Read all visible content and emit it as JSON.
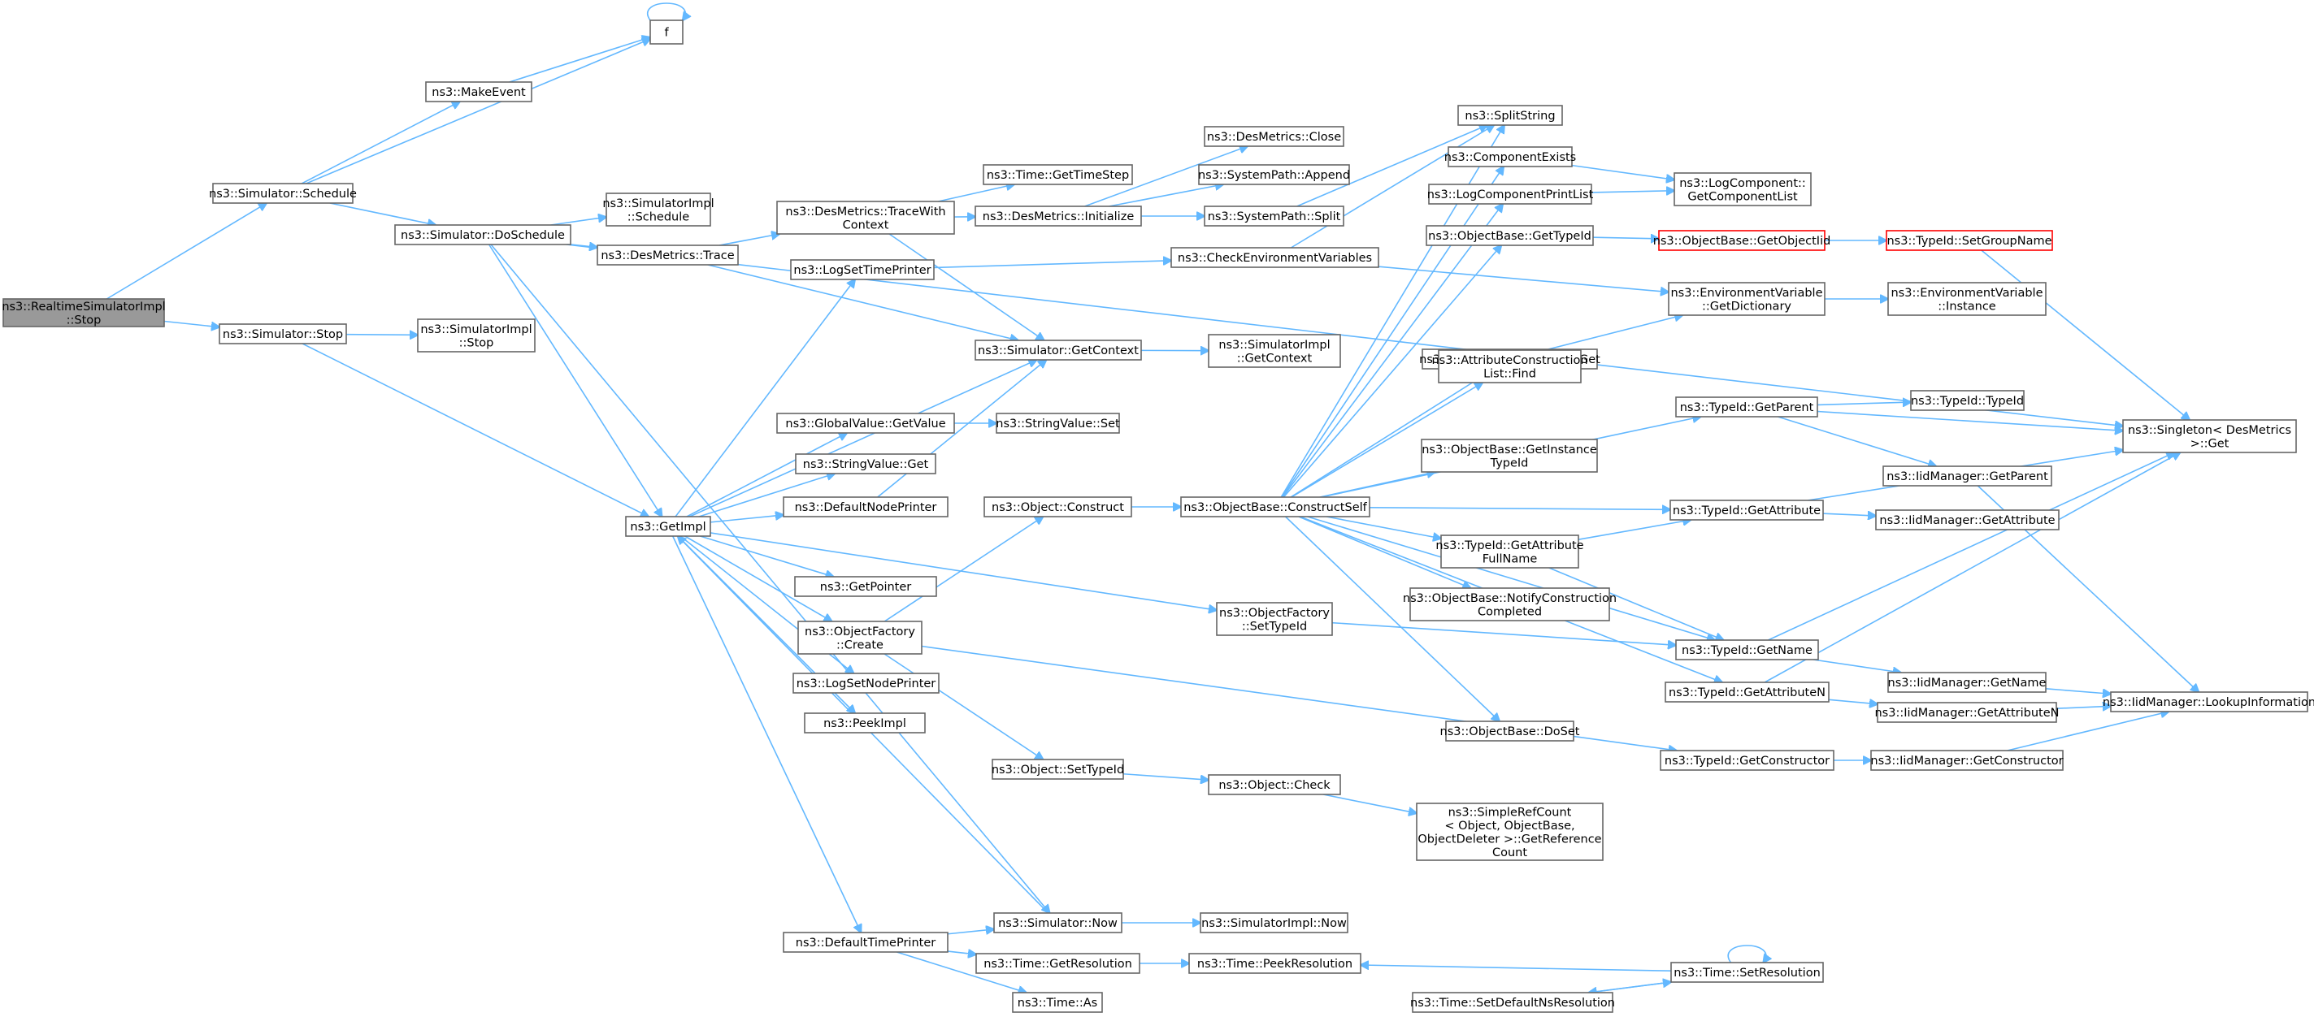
{
  "colors": {
    "edge": "#63b8ff",
    "node_border": "#666666",
    "root_fill": "#999999",
    "highlight_border": "#ff0000"
  },
  "nodes": [
    {
      "id": "root",
      "lines": [
        "ns3::RealtimeSimulatorImpl",
        "::Stop"
      ],
      "style": "root"
    },
    {
      "id": "sim_schedule",
      "lines": [
        "ns3::Simulator::Schedule"
      ]
    },
    {
      "id": "sim_stop",
      "lines": [
        "ns3::Simulator::Stop"
      ]
    },
    {
      "id": "f",
      "lines": [
        "f"
      ]
    },
    {
      "id": "make_event",
      "lines": [
        "ns3::MakeEvent"
      ]
    },
    {
      "id": "sim_doschedule",
      "lines": [
        "ns3::Simulator::DoSchedule"
      ]
    },
    {
      "id": "simimpl_schedule",
      "lines": [
        "ns3::SimulatorImpl",
        "::Schedule"
      ]
    },
    {
      "id": "simimpl_stop",
      "lines": [
        "ns3::SimulatorImpl",
        "::Stop"
      ]
    },
    {
      "id": "desm_trace",
      "lines": [
        "ns3::DesMetrics::Trace"
      ]
    },
    {
      "id": "desm_tracewith",
      "lines": [
        "ns3::DesMetrics::TraceWith",
        "Context"
      ]
    },
    {
      "id": "time_gettimestep",
      "lines": [
        "ns3::Time::GetTimeStep"
      ]
    },
    {
      "id": "desm_initialize",
      "lines": [
        "ns3::DesMetrics::Initialize"
      ]
    },
    {
      "id": "desm_close",
      "lines": [
        "ns3::DesMetrics::Close"
      ]
    },
    {
      "id": "syspath_append",
      "lines": [
        "ns3::SystemPath::Append"
      ]
    },
    {
      "id": "syspath_split",
      "lines": [
        "ns3::SystemPath::Split"
      ]
    },
    {
      "id": "splitstring",
      "lines": [
        "ns3::SplitString"
      ]
    },
    {
      "id": "comp_exists",
      "lines": [
        "ns3::ComponentExists"
      ]
    },
    {
      "id": "logcomp_printlist",
      "lines": [
        "ns3::LogComponentPrintList"
      ]
    },
    {
      "id": "logcomp_getlist",
      "lines": [
        "ns3::LogComponent::",
        "GetComponentList"
      ]
    },
    {
      "id": "logset_timeprinter",
      "lines": [
        "ns3::LogSetTimePrinter"
      ]
    },
    {
      "id": "check_env",
      "lines": [
        "ns3::CheckEnvironmentVariables"
      ]
    },
    {
      "id": "ob_gettypeid",
      "lines": [
        "ns3::ObjectBase::GetTypeId"
      ]
    },
    {
      "id": "ob_getobjectiid",
      "lines": [
        "ns3::ObjectBase::GetObjectIid"
      ],
      "style": "red"
    },
    {
      "id": "typeid_setgroupname",
      "lines": [
        "ns3::TypeId::SetGroupName"
      ],
      "style": "red"
    },
    {
      "id": "sim_getcontext",
      "lines": [
        "ns3::Simulator::GetContext"
      ]
    },
    {
      "id": "simimpl_getcontext",
      "lines": [
        "ns3::SimulatorImpl",
        "::GetContext"
      ]
    },
    {
      "id": "envvar_get",
      "lines": [
        "ns3::EnvironmentVariable::Get"
      ]
    },
    {
      "id": "envvar_getdict",
      "lines": [
        "ns3::EnvironmentVariable",
        "::GetDictionary"
      ]
    },
    {
      "id": "envvar_instance",
      "lines": [
        "ns3::EnvironmentVariable",
        "::Instance"
      ]
    },
    {
      "id": "attrconstr_find",
      "lines": [
        "ns3::AttributeConstruction",
        "List::Find"
      ]
    },
    {
      "id": "globalvalue_getvalue",
      "lines": [
        "ns3::GlobalValue::GetValue"
      ]
    },
    {
      "id": "stringvalue_set",
      "lines": [
        "ns3::StringValue::Set"
      ]
    },
    {
      "id": "typeid_getparent",
      "lines": [
        "ns3::TypeId::GetParent"
      ]
    },
    {
      "id": "typeid_typeid",
      "lines": [
        "ns3::TypeId::TypeId"
      ]
    },
    {
      "id": "singleton_get",
      "lines": [
        "ns3::Singleton< DesMetrics",
        "  >::Get"
      ]
    },
    {
      "id": "stringvalue_get",
      "lines": [
        "ns3::StringValue::Get"
      ]
    },
    {
      "id": "ob_getinstancetypeid",
      "lines": [
        "ns3::ObjectBase::GetInstance",
        "TypeId"
      ]
    },
    {
      "id": "iidmgr_getparent",
      "lines": [
        "ns3::IidManager::GetParent"
      ]
    },
    {
      "id": "defaultnodeprinter",
      "lines": [
        "ns3::DefaultNodePrinter"
      ]
    },
    {
      "id": "object_construct",
      "lines": [
        "ns3::Object::Construct"
      ]
    },
    {
      "id": "ob_constructself",
      "lines": [
        "ns3::ObjectBase::ConstructSelf"
      ]
    },
    {
      "id": "typeid_getattribute",
      "lines": [
        "ns3::TypeId::GetAttribute"
      ]
    },
    {
      "id": "iidmgr_getattribute",
      "lines": [
        "ns3::IidManager::GetAttribute"
      ]
    },
    {
      "id": "getimpl",
      "lines": [
        "ns3::GetImpl"
      ]
    },
    {
      "id": "typeid_getattrfullname",
      "lines": [
        "ns3::TypeId::GetAttribute",
        "FullName"
      ]
    },
    {
      "id": "getpointer",
      "lines": [
        "ns3::GetPointer"
      ]
    },
    {
      "id": "ob_notifyconstr",
      "lines": [
        "ns3::ObjectBase::NotifyConstruction",
        "Completed"
      ]
    },
    {
      "id": "objfactory_settypeid",
      "lines": [
        "ns3::ObjectFactory",
        "::SetTypeId"
      ]
    },
    {
      "id": "objfactory_create",
      "lines": [
        "ns3::ObjectFactory",
        "::Create"
      ]
    },
    {
      "id": "typeid_getname",
      "lines": [
        "ns3::TypeId::GetName"
      ]
    },
    {
      "id": "iidmgr_getname",
      "lines": [
        "ns3::IidManager::GetName"
      ]
    },
    {
      "id": "logset_nodeprinter",
      "lines": [
        "ns3::LogSetNodePrinter"
      ]
    },
    {
      "id": "typeid_getattributen",
      "lines": [
        "ns3::TypeId::GetAttributeN"
      ]
    },
    {
      "id": "iidmgr_lookupinfo",
      "lines": [
        "ns3::IidManager::LookupInformation"
      ]
    },
    {
      "id": "iidmgr_getattributen",
      "lines": [
        "ns3::IidManager::GetAttributeN"
      ]
    },
    {
      "id": "peekimpl",
      "lines": [
        "ns3::PeekImpl"
      ]
    },
    {
      "id": "ob_doset",
      "lines": [
        "ns3::ObjectBase::DoSet"
      ]
    },
    {
      "id": "object_settypeid",
      "lines": [
        "ns3::Object::SetTypeId"
      ]
    },
    {
      "id": "typeid_getconstructor",
      "lines": [
        "ns3::TypeId::GetConstructor"
      ]
    },
    {
      "id": "iidmgr_getconstructor",
      "lines": [
        "ns3::IidManager::GetConstructor"
      ]
    },
    {
      "id": "object_check",
      "lines": [
        "ns3::Object::Check"
      ]
    },
    {
      "id": "simplerefcount",
      "lines": [
        "ns3::SimpleRefCount",
        "< Object, ObjectBase,",
        "ObjectDeleter >::GetReference",
        "Count"
      ]
    },
    {
      "id": "defaulttimeprinter",
      "lines": [
        "ns3::DefaultTimePrinter"
      ]
    },
    {
      "id": "sim_now",
      "lines": [
        "ns3::Simulator::Now"
      ]
    },
    {
      "id": "simimpl_now",
      "lines": [
        "ns3::SimulatorImpl::Now"
      ]
    },
    {
      "id": "time_getresolution",
      "lines": [
        "ns3::Time::GetResolution"
      ]
    },
    {
      "id": "time_peekresolution",
      "lines": [
        "ns3::Time::PeekResolution"
      ]
    },
    {
      "id": "time_setresolution",
      "lines": [
        "ns3::Time::SetResolution"
      ]
    },
    {
      "id": "time_setdefaultns",
      "lines": [
        "ns3::Time::SetDefaultNsResolution"
      ]
    },
    {
      "id": "time_as",
      "lines": [
        "ns3::Time::As"
      ]
    }
  ]
}
